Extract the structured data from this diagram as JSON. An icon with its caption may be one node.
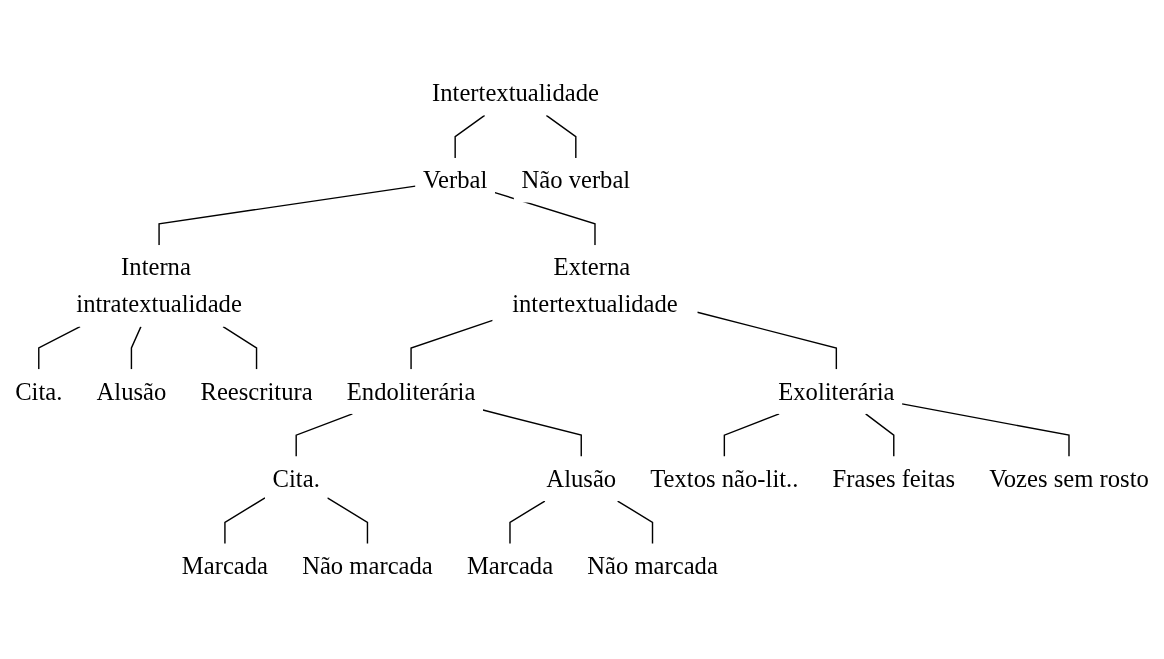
{
  "diagram": {
    "nodes": [
      {
        "text": [
          "Intertextualidade"
        ]
      },
      {
        "text": [
          "Verbal"
        ]
      },
      {
        "text": [
          "Não verbal"
        ]
      },
      {
        "text": [
          "Externa intertextualidade"
        ]
      },
      {
        "text": [
          "Interna intratextualidade"
        ]
      },
      {
        "text": [
          "Cita."
        ]
      },
      {
        "text": [
          "Alusão"
        ]
      },
      {
        "text": [
          "Reescritura"
        ]
      },
      {
        "text": [
          "Endoliterária"
        ]
      },
      {
        "text": [
          "Exoliterária"
        ]
      },
      {
        "text": [
          "Cita."
        ]
      },
      {
        "text": [
          "Alusão"
        ]
      },
      {
        "text": [
          "Textos não-lit.."
        ]
      },
      {
        "text": [
          "Frases feitas"
        ]
      },
      {
        "text": [
          "Vozes sem rosto"
        ]
      },
      {
        "text": [
          "Marcada"
        ]
      },
      {
        "text": [
          "Não marcada"
        ]
      },
      {
        "text": [
          "Marcada"
        ]
      },
      {
        "text": [
          "Não marcada"
        ]
      }
    ],
    "edges": [
      {
        "from": 0,
        "to": 1,
        "arrow": "none"
      },
      {
        "from": 0,
        "to": 2,
        "arrow": "none"
      },
      {
        "from": 1,
        "to": 3,
        "arrow": "none"
      },
      {
        "from": 1,
        "to": 4,
        "arrow": "none"
      },
      {
        "from": 4,
        "to": 5,
        "arrow": "none"
      },
      {
        "from": 4,
        "to": 6,
        "arrow": "none"
      },
      {
        "from": 4,
        "to": 7,
        "arrow": "none"
      },
      {
        "from": 3,
        "to": 8,
        "arrow": "none"
      },
      {
        "from": 3,
        "to": 9,
        "arrow": "none"
      },
      {
        "from": 8,
        "to": 10,
        "arrow": "none"
      },
      {
        "from": 8,
        "to": 11,
        "arrow": "none"
      },
      {
        "from": 9,
        "to": 12,
        "arrow": "none"
      },
      {
        "from": 9,
        "to": 13,
        "arrow": "none"
      },
      {
        "from": 9,
        "to": 14,
        "arrow": "none"
      },
      {
        "from": 10,
        "to": 15,
        "arrow": "none"
      },
      {
        "from": 10,
        "to": 16,
        "arrow": "none"
      },
      {
        "from": 11,
        "to": 17,
        "arrow": "none"
      },
      {
        "from": 11,
        "to": 18,
        "arrow": "none"
      }
    ]
  }
}
